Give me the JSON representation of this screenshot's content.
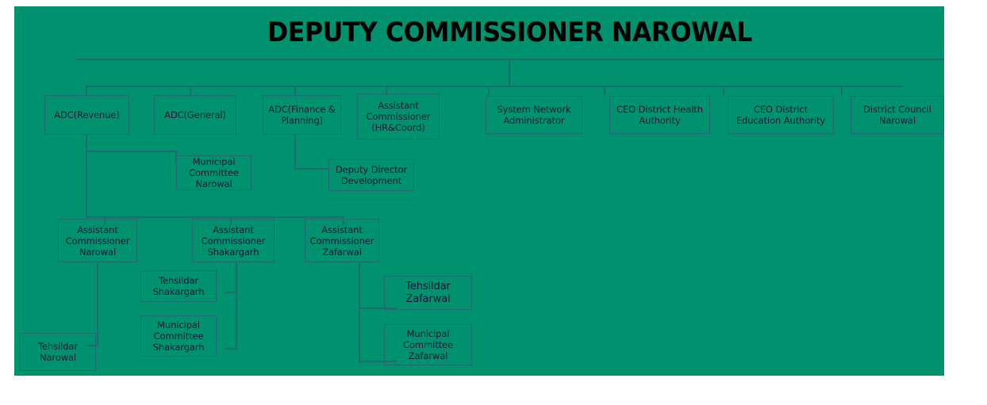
{
  "chart_data": {
    "type": "diagram",
    "title": "DEPUTY COMMISSIONER NAROWAL",
    "subtype": "organizational-chart",
    "background_color": "#00916e",
    "line_color": "#1f6b72",
    "text_color": "#101a36",
    "title_color": "#000000"
  },
  "title": {
    "label": "DEPUTY COMMISSIONER NAROWAL"
  },
  "level1": [
    {
      "label": "ADC(Revenue)"
    },
    {
      "label": "ADC(General)"
    },
    {
      "label": "ADC(Finance & Planning)"
    },
    {
      "label": "Assistant Commissioner (HR&Coord)"
    },
    {
      "label": "System Network Administrator"
    },
    {
      "label": "CEO District Health Authority"
    },
    {
      "label": "CEO District Education Authority"
    },
    {
      "label": "District Council Narowal"
    }
  ],
  "level2": [
    {
      "label": "Municipal Committee Narowal"
    },
    {
      "label": "Deputy Director Development"
    }
  ],
  "level3": [
    {
      "label": "Assistant Commissioner Narowal"
    },
    {
      "label": "Assistant Commissioner Shakargarh"
    },
    {
      "label": "Assistant Commissioner Zafarwal"
    }
  ],
  "level4": [
    {
      "label": "Tehsildar Shakargarh"
    },
    {
      "label": "Tehsildar Zafarwal"
    },
    {
      "label": "Municipal Committee Shakargarh"
    },
    {
      "label": "Municipal Committee Zafarwal"
    },
    {
      "label": "Tehsildar Narowal"
    }
  ]
}
